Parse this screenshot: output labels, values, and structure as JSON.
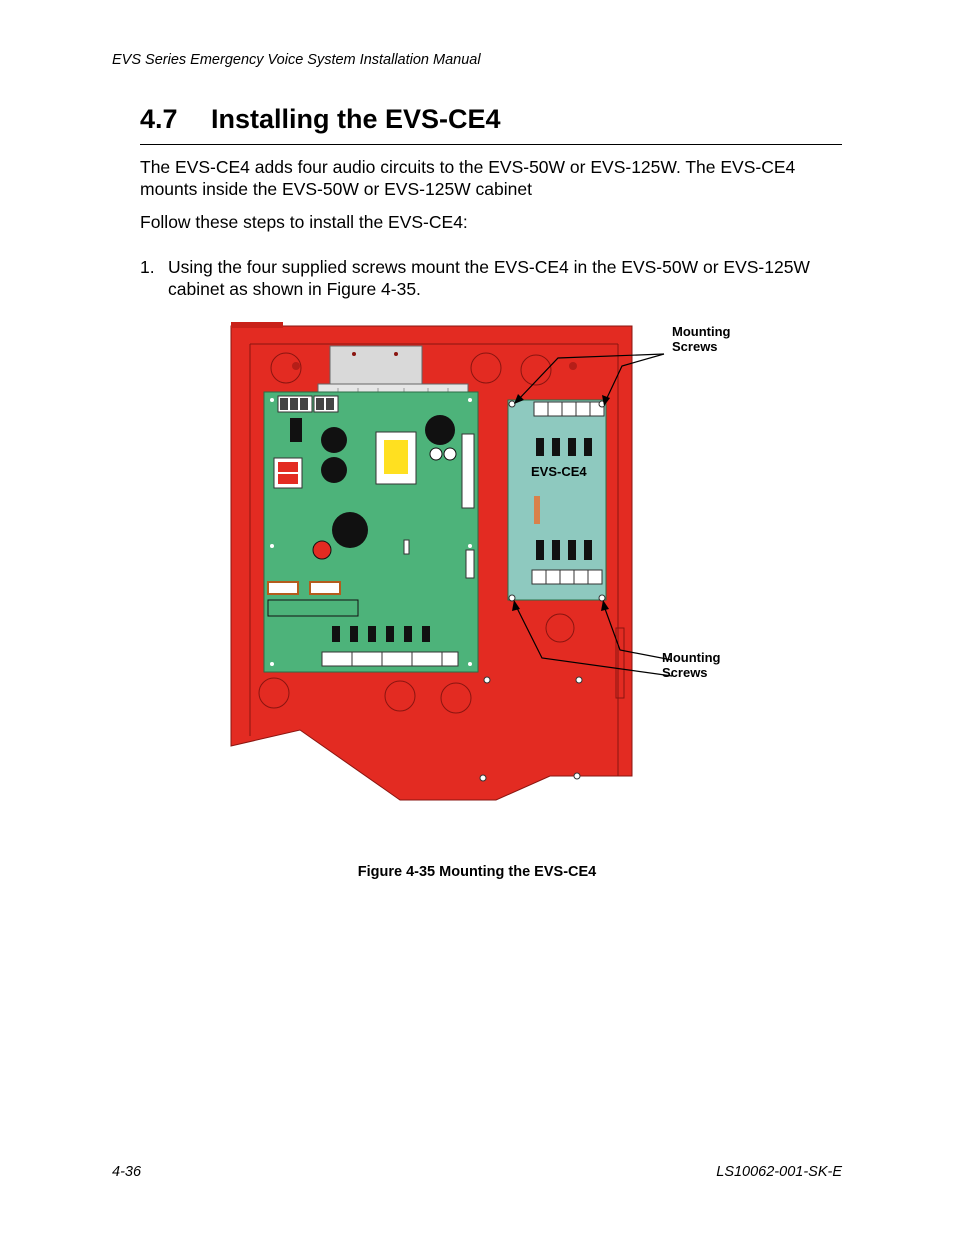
{
  "header": {
    "manual_title": "EVS Series Emergency Voice System Installation Manual"
  },
  "section": {
    "number": "4.7",
    "title": "Installing the EVS-CE4"
  },
  "body": {
    "intro": "The EVS-CE4 adds four audio circuits to the EVS-50W or EVS-125W. The EVS-CE4 mounts inside the EVS-50W or EVS-125W cabinet",
    "follow": "Follow these steps to install the EVS-CE4:",
    "steps": [
      {
        "number": "1.",
        "text": "Using the four supplied screws mount the EVS-CE4 in the EVS-50W or EVS-125W cabinet as shown in Figure 4-35."
      }
    ]
  },
  "figure": {
    "board_label": "EVS-CE4",
    "callout_top": [
      "Mounting",
      "Screws"
    ],
    "callout_bottom": [
      "Mounting",
      "Screws"
    ],
    "caption": "Figure 4-35  Mounting the EVS-CE4",
    "colors": {
      "cabinet": "#e32b22",
      "cabinet_dark": "#b51e18",
      "main_board": "#4db37a",
      "ce4_board": "#8ec9bf"
    }
  },
  "footer": {
    "page_number": "4-36",
    "doc_number": "LS10062-001-SK-E"
  }
}
